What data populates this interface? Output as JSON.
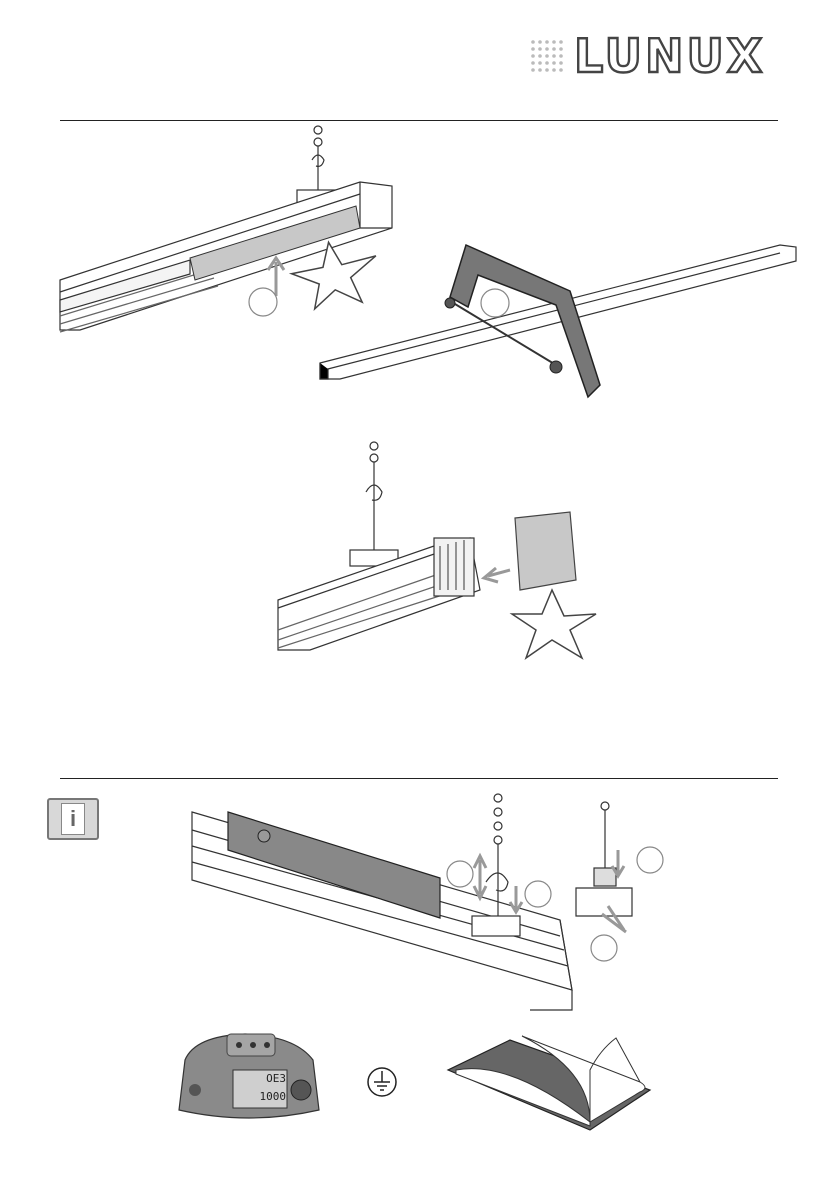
{
  "header": {
    "brand_name": "LUNUX",
    "brand_color": "#444444"
  },
  "info_panel": {
    "icon_letter": "i"
  },
  "multimeter": {
    "display_top": "OE3",
    "display_bottom": "1000"
  },
  "icons": {
    "info": "info-icon",
    "ground": "ground-symbol-icon",
    "manual": "manual-book-icon",
    "star": "star-icon",
    "saw": "hacksaw-icon"
  }
}
